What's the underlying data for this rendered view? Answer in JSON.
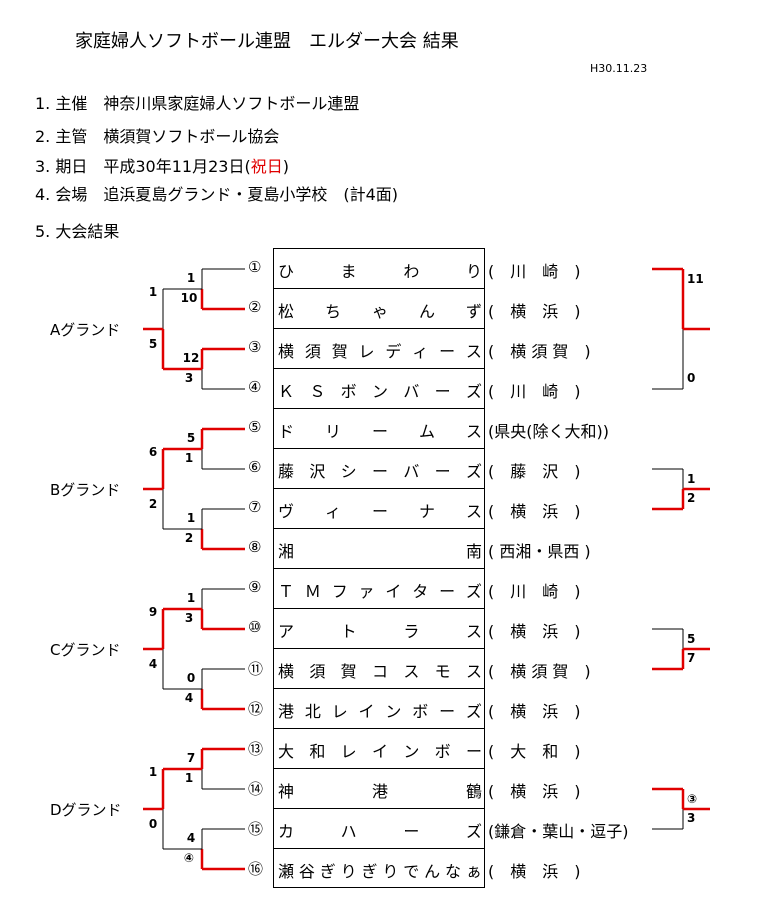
{
  "title": "家庭婦人ソフトボール連盟　エルダー大会 結果",
  "date": "H30.11.23",
  "info": [
    {
      "num": "1. 主催",
      "text": "神奈川県家庭婦人ソフトボール連盟",
      "extra": ""
    },
    {
      "num": "2. 主管",
      "text": "横須賀ソフトボール協会",
      "extra": ""
    },
    {
      "num": "3. 期日",
      "text": "平成30年11月23日(",
      "extra": "祝日",
      "tail": ")"
    },
    {
      "num": "4. 会場",
      "text": "追浜夏島グランド・夏島小学校　(計4面)",
      "extra": ""
    }
  ],
  "results_heading": "5. 大会結果",
  "grounds": [
    "Aグランド",
    "Bグランド",
    "Cグランド",
    "Dグランド"
  ],
  "teams": [
    {
      "no": "①",
      "name": "ひまわり",
      "region": "(　川　崎　)"
    },
    {
      "no": "②",
      "name": "松ちゃんず",
      "region": "(　横　浜　)"
    },
    {
      "no": "③",
      "name": "横須賀レディース",
      "region": "(　横 須 賀　)"
    },
    {
      "no": "④",
      "name": "ＫＳボンバーズ",
      "region": "(　川　崎　)"
    },
    {
      "no": "⑤",
      "name": "ドリームス",
      "region": "(県央(除く大和))"
    },
    {
      "no": "⑥",
      "name": "藤沢シーバーズ",
      "region": "(　藤　沢　)"
    },
    {
      "no": "⑦",
      "name": "ヴィーナス",
      "region": "(　横　浜　)"
    },
    {
      "no": "⑧",
      "name": "湘南",
      "region": "( 西湘・県西 )"
    },
    {
      "no": "⑨",
      "name": "ＴＭファイターズ",
      "region": "(　川　崎　)"
    },
    {
      "no": "⑩",
      "name": "アトラス",
      "region": "(　横　浜　)"
    },
    {
      "no": "⑪",
      "name": "横須賀コスモス",
      "region": "(　横 須 賀　)"
    },
    {
      "no": "⑫",
      "name": "港北レインボーズ",
      "region": "(　横　浜　)"
    },
    {
      "no": "⑬",
      "name": "大和レインボー",
      "region": "(　大　和　)"
    },
    {
      "no": "⑭",
      "name": "神港鶴",
      "region": "(　横　浜　)"
    },
    {
      "no": "⑮",
      "name": "カハーズ",
      "region": "(鎌倉・葉山・逗子)"
    },
    {
      "no": "⑯",
      "name": "瀬谷ぎりぎりでんなぁ",
      "region": "(　横　浜　)"
    }
  ],
  "left_scores": [
    {
      "top": "1",
      "bottom": "10",
      "winner": "bottom"
    },
    {
      "top": "12",
      "bottom": "3",
      "winner": "top"
    },
    {
      "top": "5",
      "bottom": "1",
      "winner": "top"
    },
    {
      "top": "1",
      "bottom": "2",
      "winner": "bottom"
    },
    {
      "top": "1",
      "bottom": "3",
      "winner": "bottom"
    },
    {
      "top": "0",
      "bottom": "4",
      "winner": "bottom"
    },
    {
      "top": "7",
      "bottom": "1",
      "winner": "top"
    },
    {
      "top": "4",
      "bottom": "④",
      "winner": "bottom"
    }
  ],
  "ground_scores": [
    {
      "top": "1",
      "bottom": "5",
      "winner": "bottom"
    },
    {
      "top": "6",
      "bottom": "2",
      "winner": "top"
    },
    {
      "top": "9",
      "bottom": "4",
      "winner": "top"
    },
    {
      "top": "1",
      "bottom": "0",
      "winner": "top"
    }
  ],
  "right_matches": [
    {
      "a": 0,
      "b": 3,
      "top": "11",
      "bottom": "0",
      "winner": "top"
    },
    {
      "a": 5,
      "b": 6,
      "top": "1",
      "bottom": "2",
      "winner": "bottom"
    },
    {
      "a": 9,
      "b": 10,
      "top": "5",
      "bottom": "7",
      "winner": "bottom"
    },
    {
      "a": 13,
      "b": 14,
      "top": "③",
      "bottom": "3",
      "winner": "top"
    }
  ],
  "colors": {
    "win": "#e00000",
    "line": "#000000",
    "accent": "#e00000"
  }
}
